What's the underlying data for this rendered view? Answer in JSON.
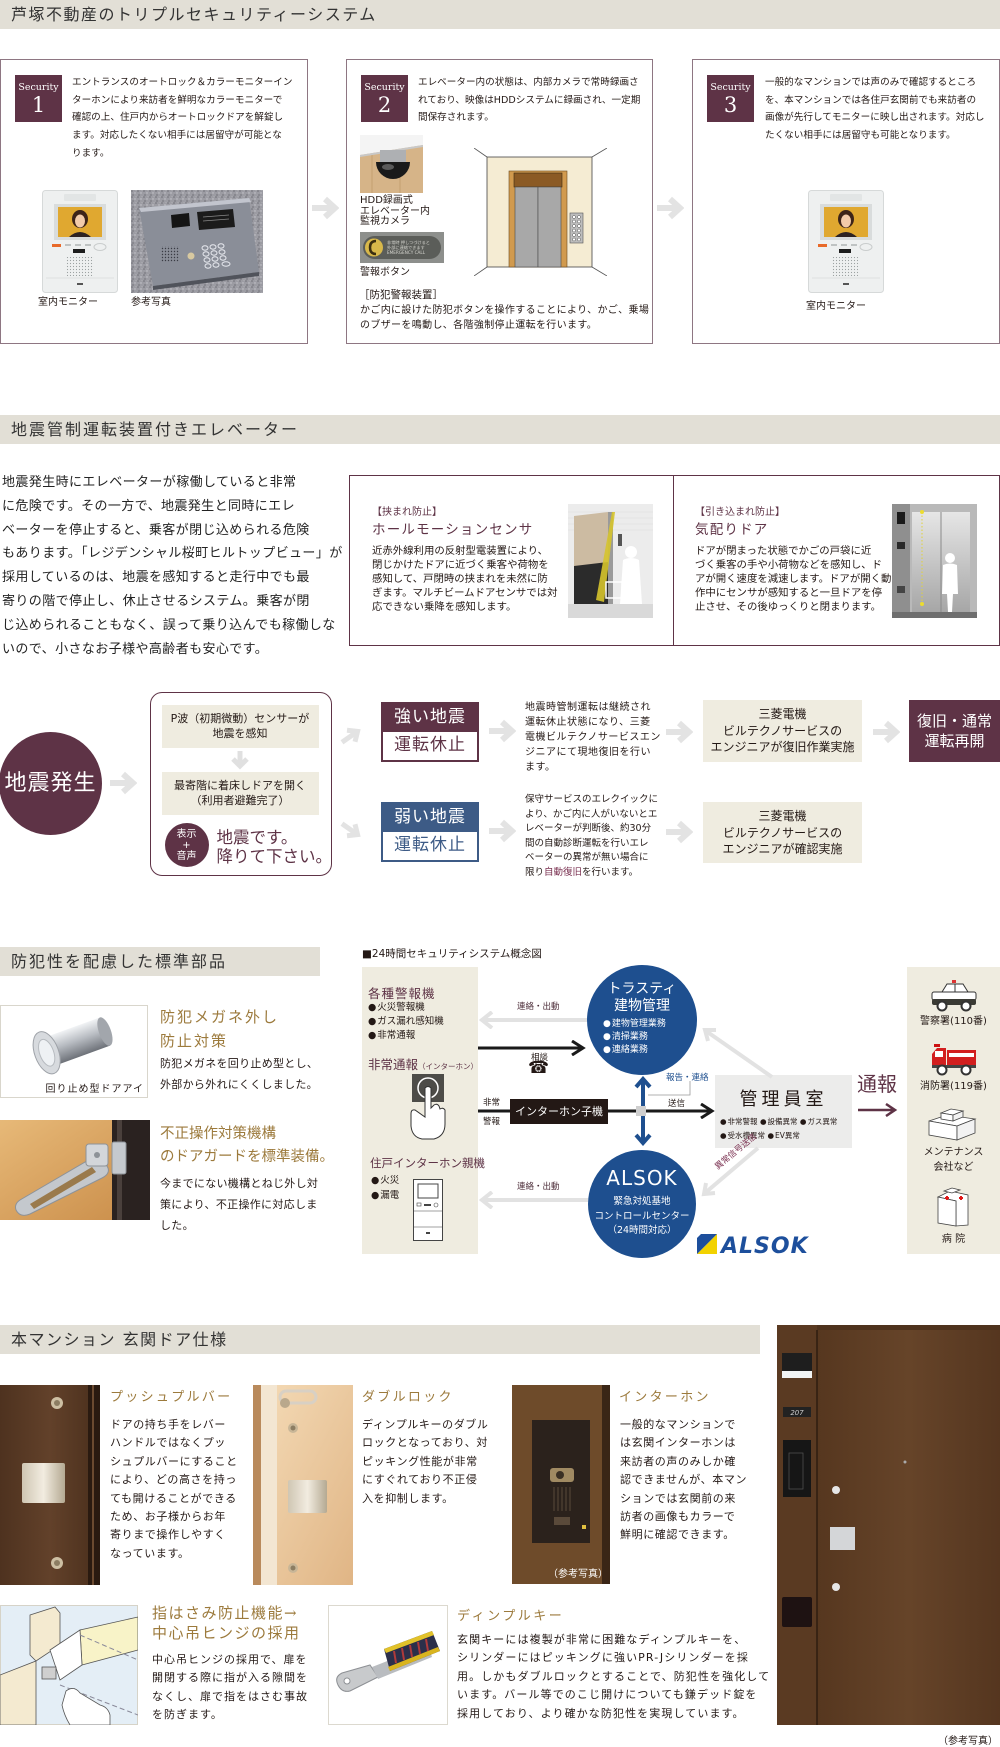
{
  "theme": {
    "plum": "#5e3346",
    "navy": "#1e4f8f",
    "slate_blue": "#3d5b86",
    "gold": "#9c7a3c",
    "beige": "#efece0",
    "band": "#e2dfd6"
  },
  "triple_security": {
    "title": "芦塚不動産のトリプルセキュリティーシステム",
    "cards": [
      {
        "badge_label": "Security",
        "badge_number": "1",
        "text": "エントランスのオートロック＆カラーモニターイン\nターホンにより来訪者を鮮明なカラーモニターで\n確認の上、住戸内からオートロックドアを解錠し\nます。対応したくない相手には居留守が可能とな\nります。",
        "captions": [
          "室内モニター",
          "参考写真"
        ]
      },
      {
        "badge_label": "Security",
        "badge_number": "2",
        "text": "エレベーター内の状態は、内部カメラで常時録画さ\nれており、映像はHDDシステムに録画され、一定期\n間保存されます。",
        "camera_caption": "HDD録画式\nエレベーター内\n監視カメラ",
        "button_plate": [
          "非常時 押しつづけると",
          "外部に連絡できます",
          "EMERGENCY CALL"
        ],
        "button_caption": "警報ボタン",
        "device_heading": "［防犯警報装置］",
        "device_text": "かご内に設けた防犯ボタンを操作することにより、かご、乗場\nのブザーを鳴動し、各階強制停止運転を行います。"
      },
      {
        "badge_label": "Security",
        "badge_number": "3",
        "text": "一般的なマンションでは声のみで確認するところ\nを、本マンションでは各住戸玄関前でも来訪者の\n画像が先行してモニターに映し出されます。対応し\nたくない相手には居留守も可能となります。",
        "captions": [
          "室内モニター"
        ]
      }
    ]
  },
  "earthquake": {
    "title": "地震管制運転装置付きエレベーター",
    "intro": "地震発生時にエレベーターが稼働していると非常\nに危険です。その一方で、地震発生と同時にエレ\nベーターを停止すると、乗客が閉じ込められる危険\nもあります。「レジデンシャル桜町ヒルトップビュー」が\n採用しているのは、地震を感知すると走行中でも最\n寄りの階で停止し、休止させるシステム。乗客が閉\nじ込められることもなく、誤って乗り込んでも稼働しな\nいので、小さなお子様や高齢者も安心です。",
    "features": [
      {
        "tag": "【挟まれ防止】",
        "name": "ホールモーションセンサ",
        "text": "近赤外線利用の反射型電装置により、\n閉じかけたドアに近づく乗客や荷物を\n感知して、戸閉時の挟まれを未然に防\nぎます。マルチビームドアセンサでは対\n応できない乗降を感知します。"
      },
      {
        "tag": "【引き込まれ防止】",
        "name": "気配りドア",
        "text": "ドアが閉まった状態でかごの戸袋に近\nづく乗客の手や小荷物などを感知し、ド\nアが開く速度を減速します。ドアが開く動\n作中にセンサが感知すると一旦ドアを停\n止させ、その後ゆっくりと閉まります。"
      }
    ],
    "flow": {
      "start": "地震発生",
      "steps": [
        "P波（初期微動）センサーが\n地震を感知",
        "最寄階に着床しドアを開く\n（利用者避難完了）"
      ],
      "announce_badge": "表示\n+\n音声",
      "announce_text": "地震です。\n降りて下さい。",
      "strong": {
        "label": "強い地震",
        "state": "運転休止",
        "text": "地震時管制運転は継続され\n運転休止状態になり、三菱\n電機ビルテクノサービスエン\nジニアにて現地復旧を行い\nます。",
        "action": "三菱電機\nビルテクノサービスの\nエンジニアが復旧作業実施"
      },
      "weak": {
        "label": "弱い地震",
        "state": "運転休止",
        "text_pre": "保守サービスのエレクイックに\nより、かご内に人がいないとエ\nレベーターが判断後、約30分\n間の自動診断運転を行いエレ\nベーターの異常が無い場合に\n限り",
        "text_highlight": "自動復旧",
        "text_post": "を行います。",
        "action": "三菱電機\nビルテクノサービスの\nエンジニアが確認実施"
      },
      "result": "復旧・通常\n運転再開"
    }
  },
  "standard_parts": {
    "title": "防犯性を配慮した標準部品",
    "items": [
      {
        "image_caption": "回り止め型ドアアイ",
        "title": "防犯メガネ外し\n防止対策",
        "text": "防犯メガネを回り止め型とし、\n外部から外れにくくしました。"
      },
      {
        "title": "不正操作対策機構\nのドアガードを標準装備。",
        "text": "今までにない機構とねじ外し対\n策により、不正操作に対応しま\nした。"
      }
    ]
  },
  "security_diagram": {
    "heading": "■24時間セキュリティシステム概念図",
    "alarms": {
      "title": "各種警報機",
      "items": [
        "火災警報機",
        "ガス漏れ感知機",
        "非常通報"
      ]
    },
    "emergency_call": {
      "title": "非常通報",
      "note": "（インターホン）"
    },
    "unit_intercom": {
      "title": "住戸インターホン親機",
      "items": [
        "火災",
        "漏電"
      ]
    },
    "contact_dispatch_top": "連絡・出動",
    "consult": "相談",
    "phone_icon": "☎",
    "emergency": "非常",
    "alarm": "警報",
    "intercom_slave": "インターホン子機",
    "contact_dispatch_bottom": "連絡・出動",
    "report_contact": "報告・連絡",
    "send": "送信",
    "abnormal_signal": "異常信号送信",
    "notify": "通報",
    "trusty": {
      "name": "トラスティ\n建物管理",
      "services": [
        "建物管理業務",
        "清掃業務",
        "連絡業務"
      ]
    },
    "alsok": {
      "name": "ALSOK",
      "desc": "緊急対処基地\nコントロールセンター\n（24時間対応）"
    },
    "alsok_logo": "ALSOK",
    "office": {
      "name": "管理員室",
      "alerts": [
        [
          "非常警報",
          "設備異常",
          "ガス異常"
        ],
        [
          "受水槽異常",
          "EV異常"
        ]
      ]
    },
    "agencies": [
      "警察署(110番)",
      "消防署(119番)",
      "メンテナンス\n会社など",
      "病 院"
    ]
  },
  "entrance_door": {
    "title": "本マンション 玄関ドア仕様",
    "features": [
      {
        "name": "プッシュプルバー",
        "text": "ドアの持ち手をレバー\nハンドルではなくプッ\nシュプルバーにすること\nにより、どの高さを持っ\nても開けることができる\nため、お子様からお年\n寄りまで操作しやすく\nなっています。"
      },
      {
        "name": "ダブルロック",
        "text": "ディンプルキーのダブル\nロックとなっており、対\nピッキング性能が非常\nにすぐれており不正侵\n入を抑制します。"
      },
      {
        "name": "インターホン",
        "text": "一般的なマンションで\nは玄関インターホンは\n来訪者の声のみしか確\n認できませんが、本マン\nションでは玄関前の来\n訪者の画像もカラーで\n鮮明に確認できます。",
        "photo_caption": "（参考写真）"
      },
      {
        "name": "指はさみ防止機能→\n中心吊ヒンジの採用",
        "text": "中心吊ヒンジの採用で、扉を\n開閉する際に指が入る隙間を\nなくし、扉で指をはさむ事故\nを防ぎます。"
      },
      {
        "name": "ディンプルキー",
        "text": "玄関キーには複製が非常に困難なディンプルキーを、\nシリンダーにはピッキングに強いPR-Jシリンダーを採\n用。しかもダブルロックとすることで、防犯性を強化して\nいます。バール等でのこじ開けについても鎌デッド錠を\n採用しており、より確かな防犯性を実現しています。"
      }
    ],
    "door_photo": {
      "room_number": "207",
      "caption": "（参考写真）"
    }
  }
}
